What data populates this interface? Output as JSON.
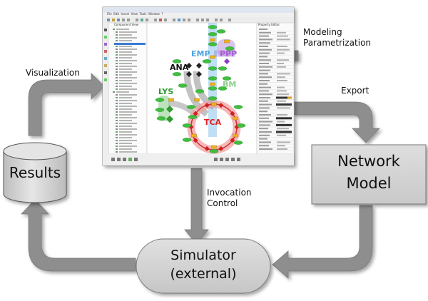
{
  "labels": {
    "visualization": "Visualization",
    "modeling_line1": "Modeling",
    "modeling_line2": "Parametrization",
    "export": "Export",
    "invocation_line1": "Invocation",
    "invocation_line2": "Control"
  },
  "nodes": {
    "results": "Results",
    "network_line1": "Network",
    "network_line2": "Model",
    "simulator_line1": "Simulator",
    "simulator_line2": "(external)"
  },
  "app": {
    "menu": [
      "File",
      "Edit",
      "Insert",
      "View",
      "Tools",
      "Window",
      "?"
    ],
    "panel_left_title": "Component View",
    "panel_right_title": "Property Editor",
    "pathways": {
      "emp": "EMP",
      "ppp": "PPP",
      "ana": "ANA",
      "lys": "LYS",
      "bm": "BM",
      "tca": "TCA"
    }
  },
  "colors": {
    "emp": "#4aa3e0",
    "ppp": "#a55fd6",
    "lys": "#2f9a2f",
    "bm": "#8fd08f",
    "tca": "#e02020",
    "arrow": "#8a8a8a",
    "box": "#d4d4d4"
  }
}
